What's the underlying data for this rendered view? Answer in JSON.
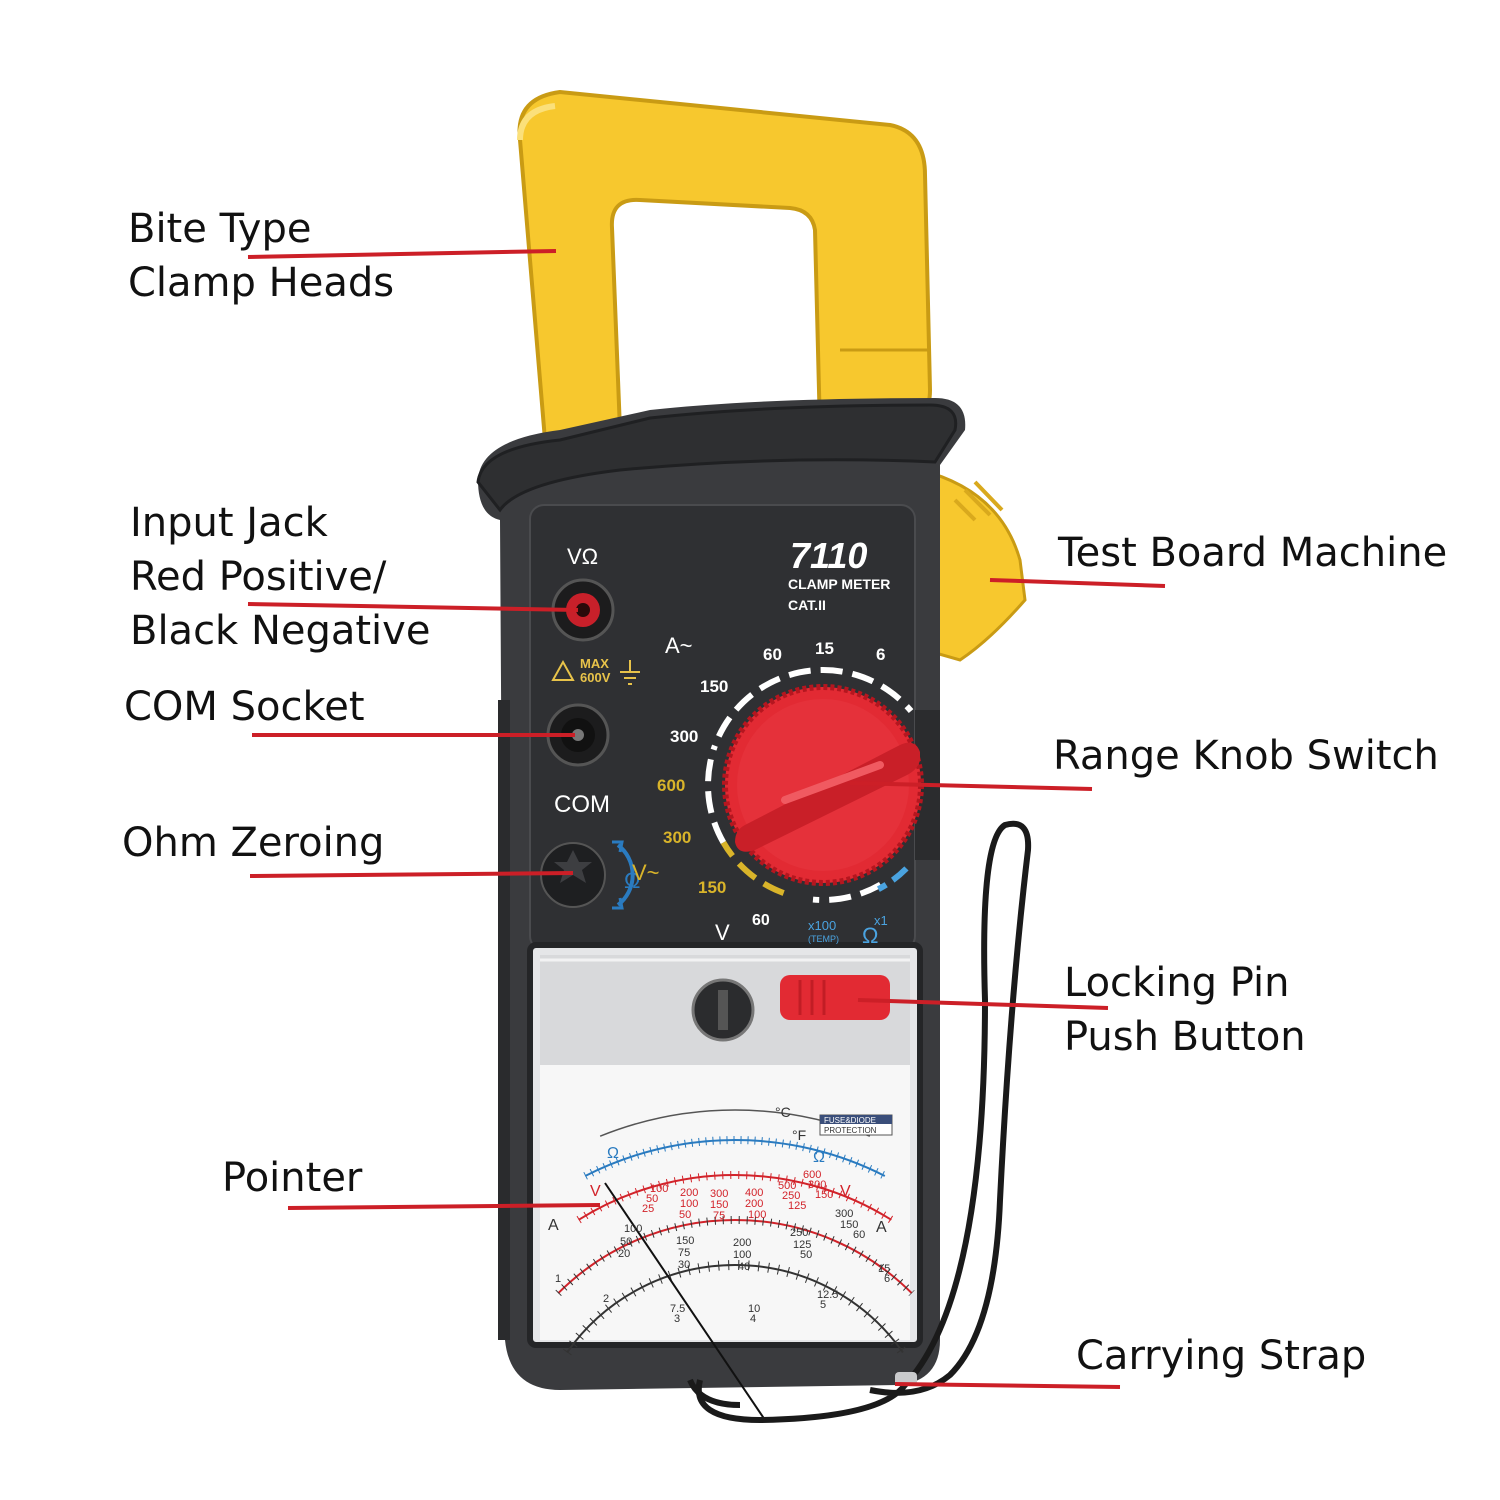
{
  "colors": {
    "clamp": "#f7c82e",
    "body": "#3a3b3e",
    "knob": "#e22a33",
    "leader": "#cc1f27",
    "scale_red": "#d2232a",
    "scale_blue": "#2a7bc0",
    "arc_yellow": "#d9b42a"
  },
  "callouts": {
    "bite_type": [
      "Bite Type",
      "Clamp Heads"
    ],
    "input_jack": [
      "Input Jack",
      "Red Positive/",
      "Black Negative"
    ],
    "com_socket": [
      "COM Socket"
    ],
    "ohm_zeroing": [
      "Ohm Zeroing"
    ],
    "pointer": [
      "Pointer"
    ],
    "test_board": [
      "Test Board Machine"
    ],
    "range_knob": [
      "Range Knob Switch"
    ],
    "locking_pin": [
      "Locking Pin",
      "Push Button"
    ],
    "strap": [
      "Carrying Strap"
    ]
  },
  "meter": {
    "model": "7110",
    "type": "CLAMP METER",
    "cat": "CAT.II",
    "jack_v_ohm": "VΩ",
    "jack_com": "COM",
    "max_warning": [
      "MAX",
      "600V"
    ],
    "ohm_adj_symbol": "Ω",
    "dial": {
      "amp_label": "A~",
      "amp_ranges": [
        "150",
        "60",
        "15",
        "6"
      ],
      "acv_ranges": [
        "300",
        "600",
        "300",
        "150"
      ],
      "acv_label": "V~",
      "dcv_label": "V",
      "dcv_range": "60",
      "ohm_x100": "x100",
      "ohm_temp": "(TEMP)",
      "ohm_x1": "x1",
      "ohm_symbol": "Ω"
    },
    "scale": {
      "badge": [
        "FUSE&DIODE",
        "PROTECTION"
      ],
      "unit_c": "°C",
      "unit_f": "°F",
      "ohm_left": "Ω",
      "ohm_right": "Ω",
      "v_left": "V",
      "v_right": "V",
      "a_left": "A",
      "a_right": "A",
      "row_v600": [
        "100",
        "200",
        "300",
        "400",
        "500",
        "600"
      ],
      "row_v300": [
        "50",
        "100",
        "150",
        "200",
        "250",
        "300"
      ],
      "row_v150": [
        "25",
        "50",
        "75",
        "100",
        "125",
        "150"
      ],
      "row_a300": [
        "100",
        "150",
        "200",
        "250",
        "300"
      ],
      "row_a150": [
        "50",
        "75",
        "100",
        "125",
        "150"
      ],
      "row_a60": [
        "20",
        "30",
        "40",
        "50",
        "60"
      ],
      "row_a15": [
        "2",
        "7.5",
        "10",
        "12.5",
        "15"
      ],
      "row_a6": [
        "1",
        "3",
        "4",
        "5",
        "6"
      ]
    }
  }
}
